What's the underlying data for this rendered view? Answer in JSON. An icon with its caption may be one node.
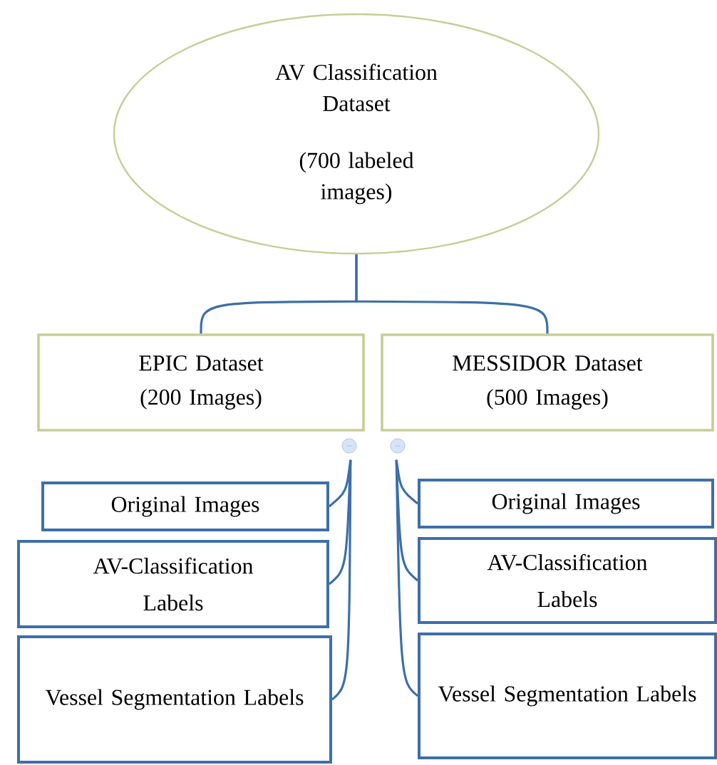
{
  "diagram": {
    "nodes": [
      {
        "text": [
          "AV Classification Dataset",
          "(700 labeled images)"
        ]
      },
      {
        "text": [
          "EPIC Dataset",
          "(200 Images)"
        ]
      },
      {
        "text": [
          "MESSIDOR Dataset",
          "(500 Images)"
        ]
      },
      {
        "text": [
          "Original Images"
        ]
      },
      {
        "text": [
          "AV-Classification Labels"
        ]
      },
      {
        "text": [
          "Vessel Segmentation Labels"
        ]
      },
      {
        "text": [
          "Original Images"
        ]
      },
      {
        "text": [
          "AV-Classification Labels"
        ]
      },
      {
        "text": [
          "Vessel Segmentation Labels"
        ]
      }
    ],
    "edges": [
      {
        "from": 0,
        "to": 1,
        "arrow": "none"
      },
      {
        "from": 0,
        "to": 2,
        "arrow": "none"
      },
      {
        "from": 1,
        "to": 3,
        "arrow": "none"
      },
      {
        "from": 1,
        "to": 4,
        "arrow": "none"
      },
      {
        "from": 1,
        "to": 5,
        "arrow": "none"
      },
      {
        "from": 2,
        "to": 6,
        "arrow": "none"
      },
      {
        "from": 2,
        "to": 7,
        "arrow": "none"
      },
      {
        "from": 2,
        "to": 8,
        "arrow": "none"
      }
    ]
  }
}
